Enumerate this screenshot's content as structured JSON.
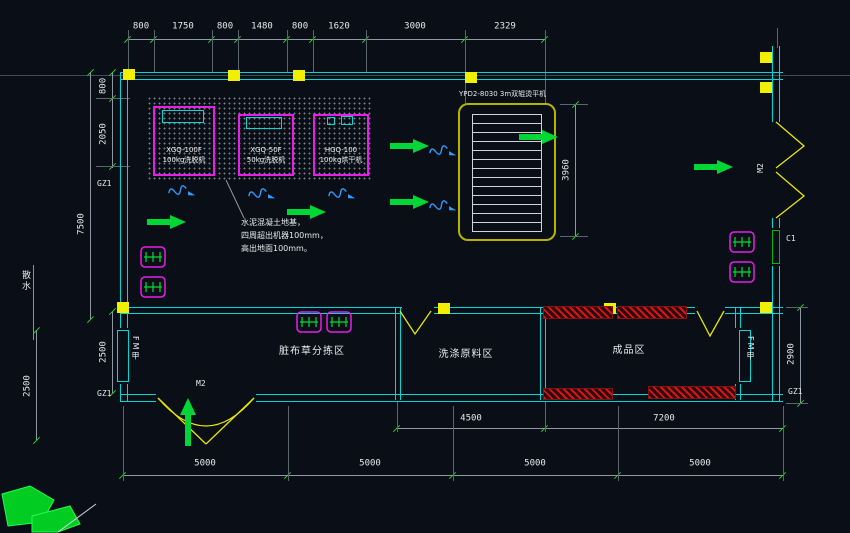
{
  "drawing": {
    "dims_top": [
      "800",
      "1750",
      "800",
      "1480",
      "800",
      "1620",
      "3000",
      "2329"
    ],
    "dims_left": {
      "inner_800": "800",
      "inner_2050": "2050",
      "inner_2500": "2500",
      "outer_7500": "7500",
      "far_2500": "2500"
    },
    "dims_right": {
      "ironer_3960": "3960",
      "room_2900": "2900"
    },
    "dims_bottom": {
      "inner": [
        "4500",
        "7200"
      ],
      "outer": [
        "5000",
        "5000",
        "5000",
        "5000"
      ]
    },
    "machines": {
      "washer1": {
        "model": "XGQ-100F",
        "spec": "100kg洗脱机"
      },
      "washer2": {
        "model": "XGQ-50F",
        "spec": "50kg洗脱机"
      },
      "dryer": {
        "model": "HGQ-100",
        "spec": "100kg烘干机"
      },
      "ironer": {
        "label": "YPD2-8030  3m双辊烫平机"
      }
    },
    "note": {
      "line1": "水泥混凝土地基，",
      "line2": "四周超出机器100mm，",
      "line3": "高出地面100mm。"
    },
    "rooms": {
      "sorting": "脏布草分拣区",
      "materials": "洗涤原料区",
      "finished": "成品区"
    },
    "labels": {
      "gz1": "GZ1",
      "fm_door": "FM甲",
      "m2_door": "M2",
      "c1_window": "C1",
      "apron": "散水"
    },
    "colors": {
      "wall": "#00d8d8",
      "machine_outline": "#e81ee8",
      "arrow_green": "#00d636",
      "column_marker": "#f0f000",
      "hatch_red": "#d01818",
      "ironer_outline": "#b4b400",
      "dim_text": "#e6e9ec",
      "background": "#0a0e16"
    }
  }
}
